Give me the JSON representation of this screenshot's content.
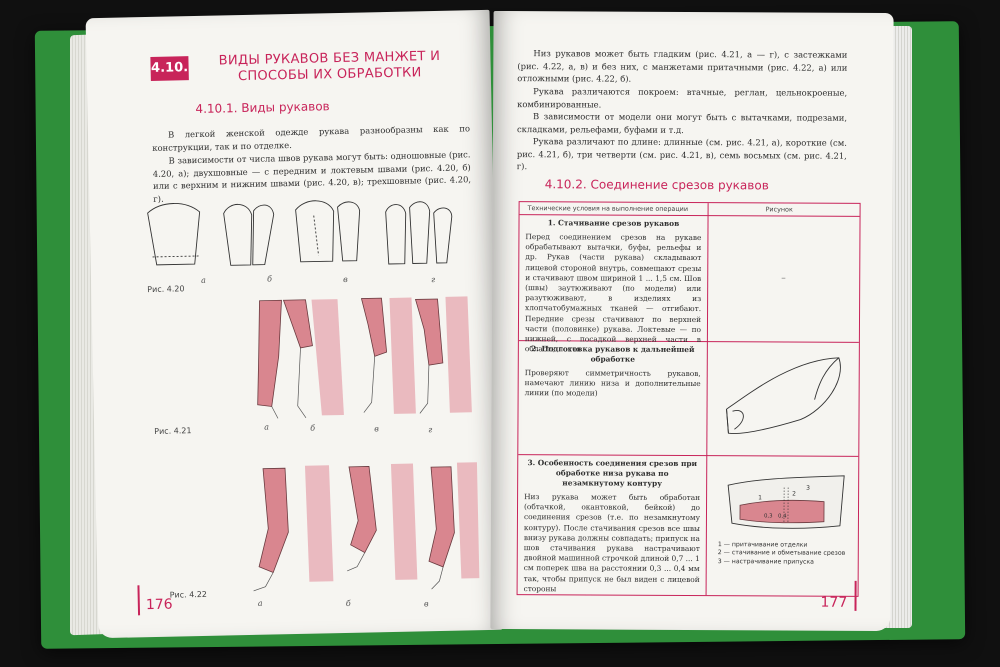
{
  "left_page": {
    "section_number": "4.10.",
    "section_title": "ВИДЫ РУКАВОВ БЕЗ МАНЖЕТ И СПОСОБЫ ИХ ОБРАБОТКИ",
    "subsection_title": "4.10.1. Виды рукавов",
    "paragraph_1": "В легкой женской одежде рукава разнообразны как по конструкции, так и по отделке.",
    "paragraph_2": "В зависимости от числа швов рукава могут быть: одношовные (рис. 4.20, а); двухшовные — с передним и локтевым швами (рис. 4.20, б) или с верхним и нижним швами (рис. 4.20, в); трехшовные (рис. 4.20, г).",
    "fig_4_20_label": "Рис. 4.20",
    "fig_4_20_letters": [
      "а",
      "б",
      "в",
      "г"
    ],
    "fig_4_21_label": "Рис. 4.21",
    "fig_4_21_letters": [
      "а",
      "б",
      "в",
      "г"
    ],
    "fig_4_22_label": "Рис. 4.22",
    "fig_4_22_letters": [
      "а",
      "б",
      "в"
    ],
    "page_number": "176"
  },
  "right_page": {
    "paragraph_1": "Низ рукавов может быть гладким (рис. 4.21, а — г), с застежками (рис. 4.22, а, в) и без них, с манжетами притачными (рис. 4.22, а) или отложными (рис. 4.22, б).",
    "paragraph_2": "Рукава различаются покроем: втачные, реглан, цельнокроеные, комбинированные.",
    "paragraph_3": "В зависимости от модели они могут быть с вытачками, подрезами, складками, рельефами, буфами и т.д.",
    "paragraph_4": "Рукава различают по длине: длинные (см. рис. 4.21, а), короткие (см. рис. 4.21, б), три четверти (см. рис. 4.21, в), семь восьмых (см. рис. 4.21, г).",
    "subsection_title": "4.10.2. Соединение срезов рукавов",
    "table": {
      "header_left": "Технические условия на выполнение операции",
      "header_right": "Рисунок",
      "rows": [
        {
          "title": "1. Стачивание срезов рукавов",
          "text": "Перед соединением срезов на рукаве обрабатывают вытачки, буфы, рельефы и др. Рукав (части рукава) складывают лицевой стороной внутрь, совмещают срезы и стачивают швом шириной 1 ... 1,5 см. Шов (швы) заутюживают (по модели) или разутюживают, в изделиях из хлопчатобумажных тканей — отгибают. Передние срезы стачивают по верхней части (половинке) рукава. Локтевые — по нижней, с посадкой верхней части в области локтя",
          "figure_text": "–"
        },
        {
          "title": "2. Подготовка рукавов к дальнейшей обработке",
          "text": "Проверяют симметричность рукавов, намечают линию низа и дополнительные линии (по модели)"
        },
        {
          "title": "3. Особенность соединения срезов при обработке низа рукава по незамкнутому контуру",
          "text": "Низ рукава может быть обработан (обтачкой, окантовкой, бейкой) до соединения срезов (т.е. по незамкнутому контуру). После стачивания срезов все швы внизу рукава должны совпадать; припуск на шов стачивания рукава настрачивают двойной машинной строчкой длиной 0,7 ... 1 см поперек шва на расстоянии 0,3 ... 0,4 мм так, чтобы припуск не был виден с лицевой стороны",
          "legend": [
            "1 — притачивание отделки",
            "2 — стачивание и обметывание срезов",
            "3 — настрачивание припуска"
          ],
          "dims": [
            "1",
            "2",
            "3",
            "0,3",
            "0,4"
          ]
        }
      ]
    },
    "page_number": "177"
  },
  "colors": {
    "accent": "#c8245a",
    "sleeve_pink": "#d9868f",
    "cover_green": "#2f8f3a",
    "paper": "#f6f5f1"
  }
}
